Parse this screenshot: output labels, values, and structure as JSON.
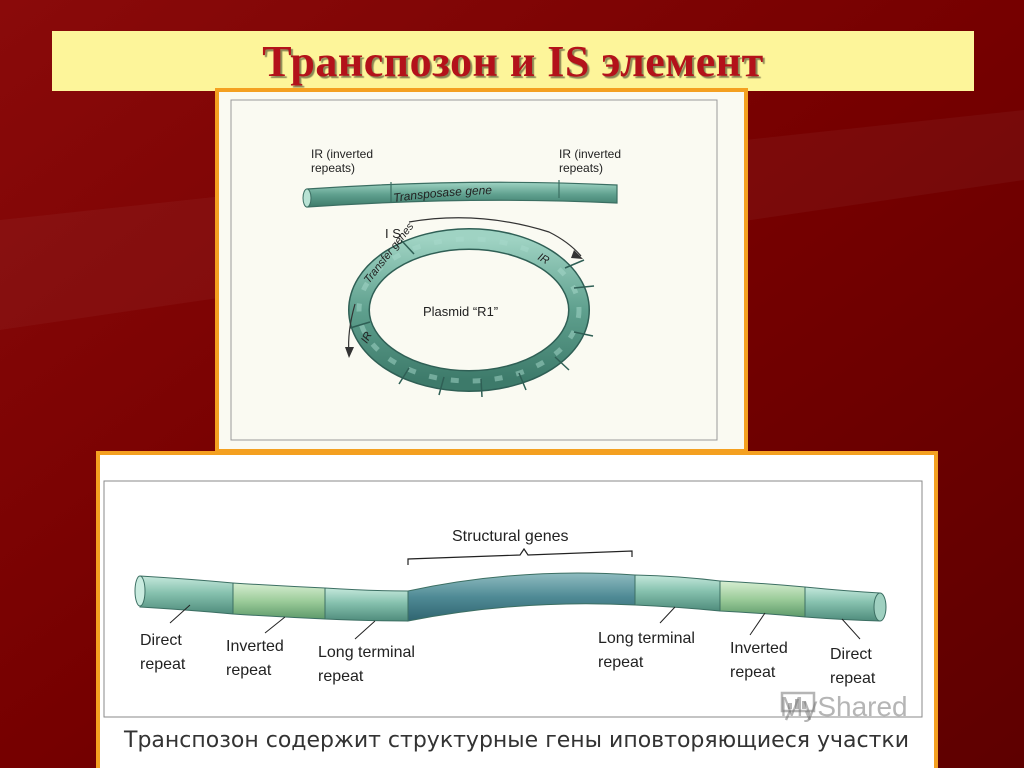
{
  "title": "Транспозон и IS элемент",
  "top_diagram": {
    "ir_left": [
      "IR (inverted",
      "repeats)"
    ],
    "ir_right": [
      "IR (inverted",
      "repeats)"
    ],
    "transposase_gene": "Transposase gene",
    "is_label": "I S",
    "transfer_genes": "Transfer genes",
    "ir_ring_right": "IR",
    "ir_ring_left": "IR",
    "plasmid": "Plasmid “R1”"
  },
  "bottom_diagram": {
    "structural_genes": "Structural genes",
    "labels": [
      [
        "Direct",
        "repeat"
      ],
      [
        "Inverted",
        "repeat"
      ],
      [
        "Long terminal",
        "repeat"
      ],
      [
        "Long terminal",
        "repeat"
      ],
      [
        "Inverted",
        "repeat"
      ],
      [
        "Direct",
        "repeat"
      ]
    ]
  },
  "caption": "Транспозон содержит структурные гены иповторяющиеся участки",
  "watermark": "MyShared",
  "colors": {
    "background": "#7a0000",
    "title_bg": "#fdf59a",
    "title_text": "#b3121a",
    "panel_border": "#f4a020",
    "tube": "#5fa08e"
  }
}
